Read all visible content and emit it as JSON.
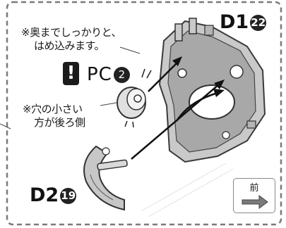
{
  "notes": {
    "insert_line1": "※奥までしっかりと、",
    "insert_line2": "はめ込みます。",
    "hole_line1": "※穴の小さい",
    "hole_line2": "方が後ろ側"
  },
  "parts": {
    "d1_label": "D1",
    "d1_num": "22",
    "d2_label": "D2",
    "d2_num": "19",
    "pc_label": "PC",
    "pc_num": "2",
    "warn_symbol": "!"
  },
  "front": {
    "label": "前"
  }
}
